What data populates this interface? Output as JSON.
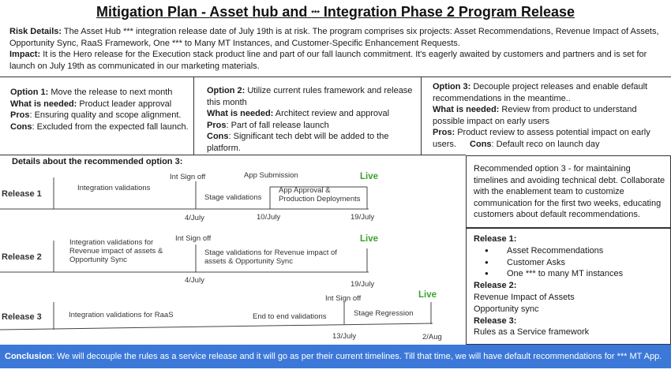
{
  "title": {
    "part1": "Mitigation Plan - Asset hub and",
    "stars": "***",
    "part2": "Integration Phase 2 Program Release"
  },
  "risk": {
    "label": "Risk Details:",
    "text": "The Asset Hub *** integration release date of July 19th is at risk. The program comprises six projects: Asset Recommendations, Revenue Impact of Assets, Opportunity Sync, RaaS Framework, One *** to Many MT Instances, and Customer-Specific Enhancement Requests."
  },
  "impact": {
    "label": "Impact:",
    "text": "It is the Hero release for the Execution stack product line and part of our fall launch commitment. It's eagerly awaited by customers and partners and is set for launch on July 19th as communicated in our marketing materials."
  },
  "options": [
    {
      "title": "Option 1:",
      "desc": "Move the release to next month",
      "needed_label": "What is needed:",
      "needed": "Product leader approval",
      "pros_label": "Pros",
      "pros": ": Ensuring quality and scope alignment.",
      "cons_label": "Cons",
      "cons": ": Excluded from the expected fall launch."
    },
    {
      "title": "Option 2:",
      "desc": "Utilize current rules framework and release this month",
      "needed_label": "What is needed:",
      "needed": "Architect review and approval",
      "pros_label": "Pros",
      "pros": ": Part of fall release launch",
      "cons_label": "Cons",
      "cons": ": Significant tech debt will be added to the platform."
    },
    {
      "title": "Option 3:",
      "desc": "Decouple project releases and enable default recommendations in the meantime..",
      "needed_label": "What is needed:",
      "needed": "Review from product to understand possible impact on early users",
      "pros_label": "Pros:",
      "pros": "Product review to assess potential impact on early users.",
      "cons_label": "Cons",
      "cons": ": Default reco on launch day"
    }
  ],
  "details_heading": "Details about the recommended option 3:",
  "releases": [
    {
      "label": "Release 1",
      "phases": [
        "Integration validations",
        "Int Sign off",
        "Stage validations",
        "App Submission",
        "App Approval & Production Deployments",
        "Live"
      ],
      "dates": [
        "4/July",
        "10/July",
        "19/July"
      ]
    },
    {
      "label": "Release 2",
      "phases": [
        "Integration validations for Revenue impact of assets & Opportunity Sync",
        "Int Sign off",
        "Stage  validations for Revenue impact of assets & Opportunity Sync",
        "Live"
      ],
      "dates": [
        "4/July",
        "19/July"
      ]
    },
    {
      "label": "Release 3",
      "phases": [
        "Integration validations for RaaS",
        "End to end validations",
        "Int Sign off",
        "Stage Regression",
        "Live"
      ],
      "dates": [
        "13/July",
        "2/Aug"
      ]
    }
  ],
  "recommendation": "Recommended option 3 -  for maintaining timelines and avoiding technical debt. Collaborate with the enablement team to customize communication for the first two weeks, educating customers about default recommendations.",
  "scope": {
    "r1_label": "Release 1:",
    "r1_items": [
      "Asset Recommendations",
      "Customer Asks",
      "One *** to many MT instances"
    ],
    "r2_label": "Release 2:",
    "r2_items": [
      "Revenue Impact of Assets",
      "Opportunity sync"
    ],
    "r3_label": "Release 3:",
    "r3_items": [
      "Rules as a Service framework"
    ]
  },
  "conclusion": {
    "label": "Conclusion",
    "text": ": We will decouple the rules as a service release and it will go as per their current timelines. Till that time, we will have default recommendations for *** MT App."
  },
  "colors": {
    "live": "#3aa22c",
    "conclusion_bg": "#3c78d8"
  }
}
